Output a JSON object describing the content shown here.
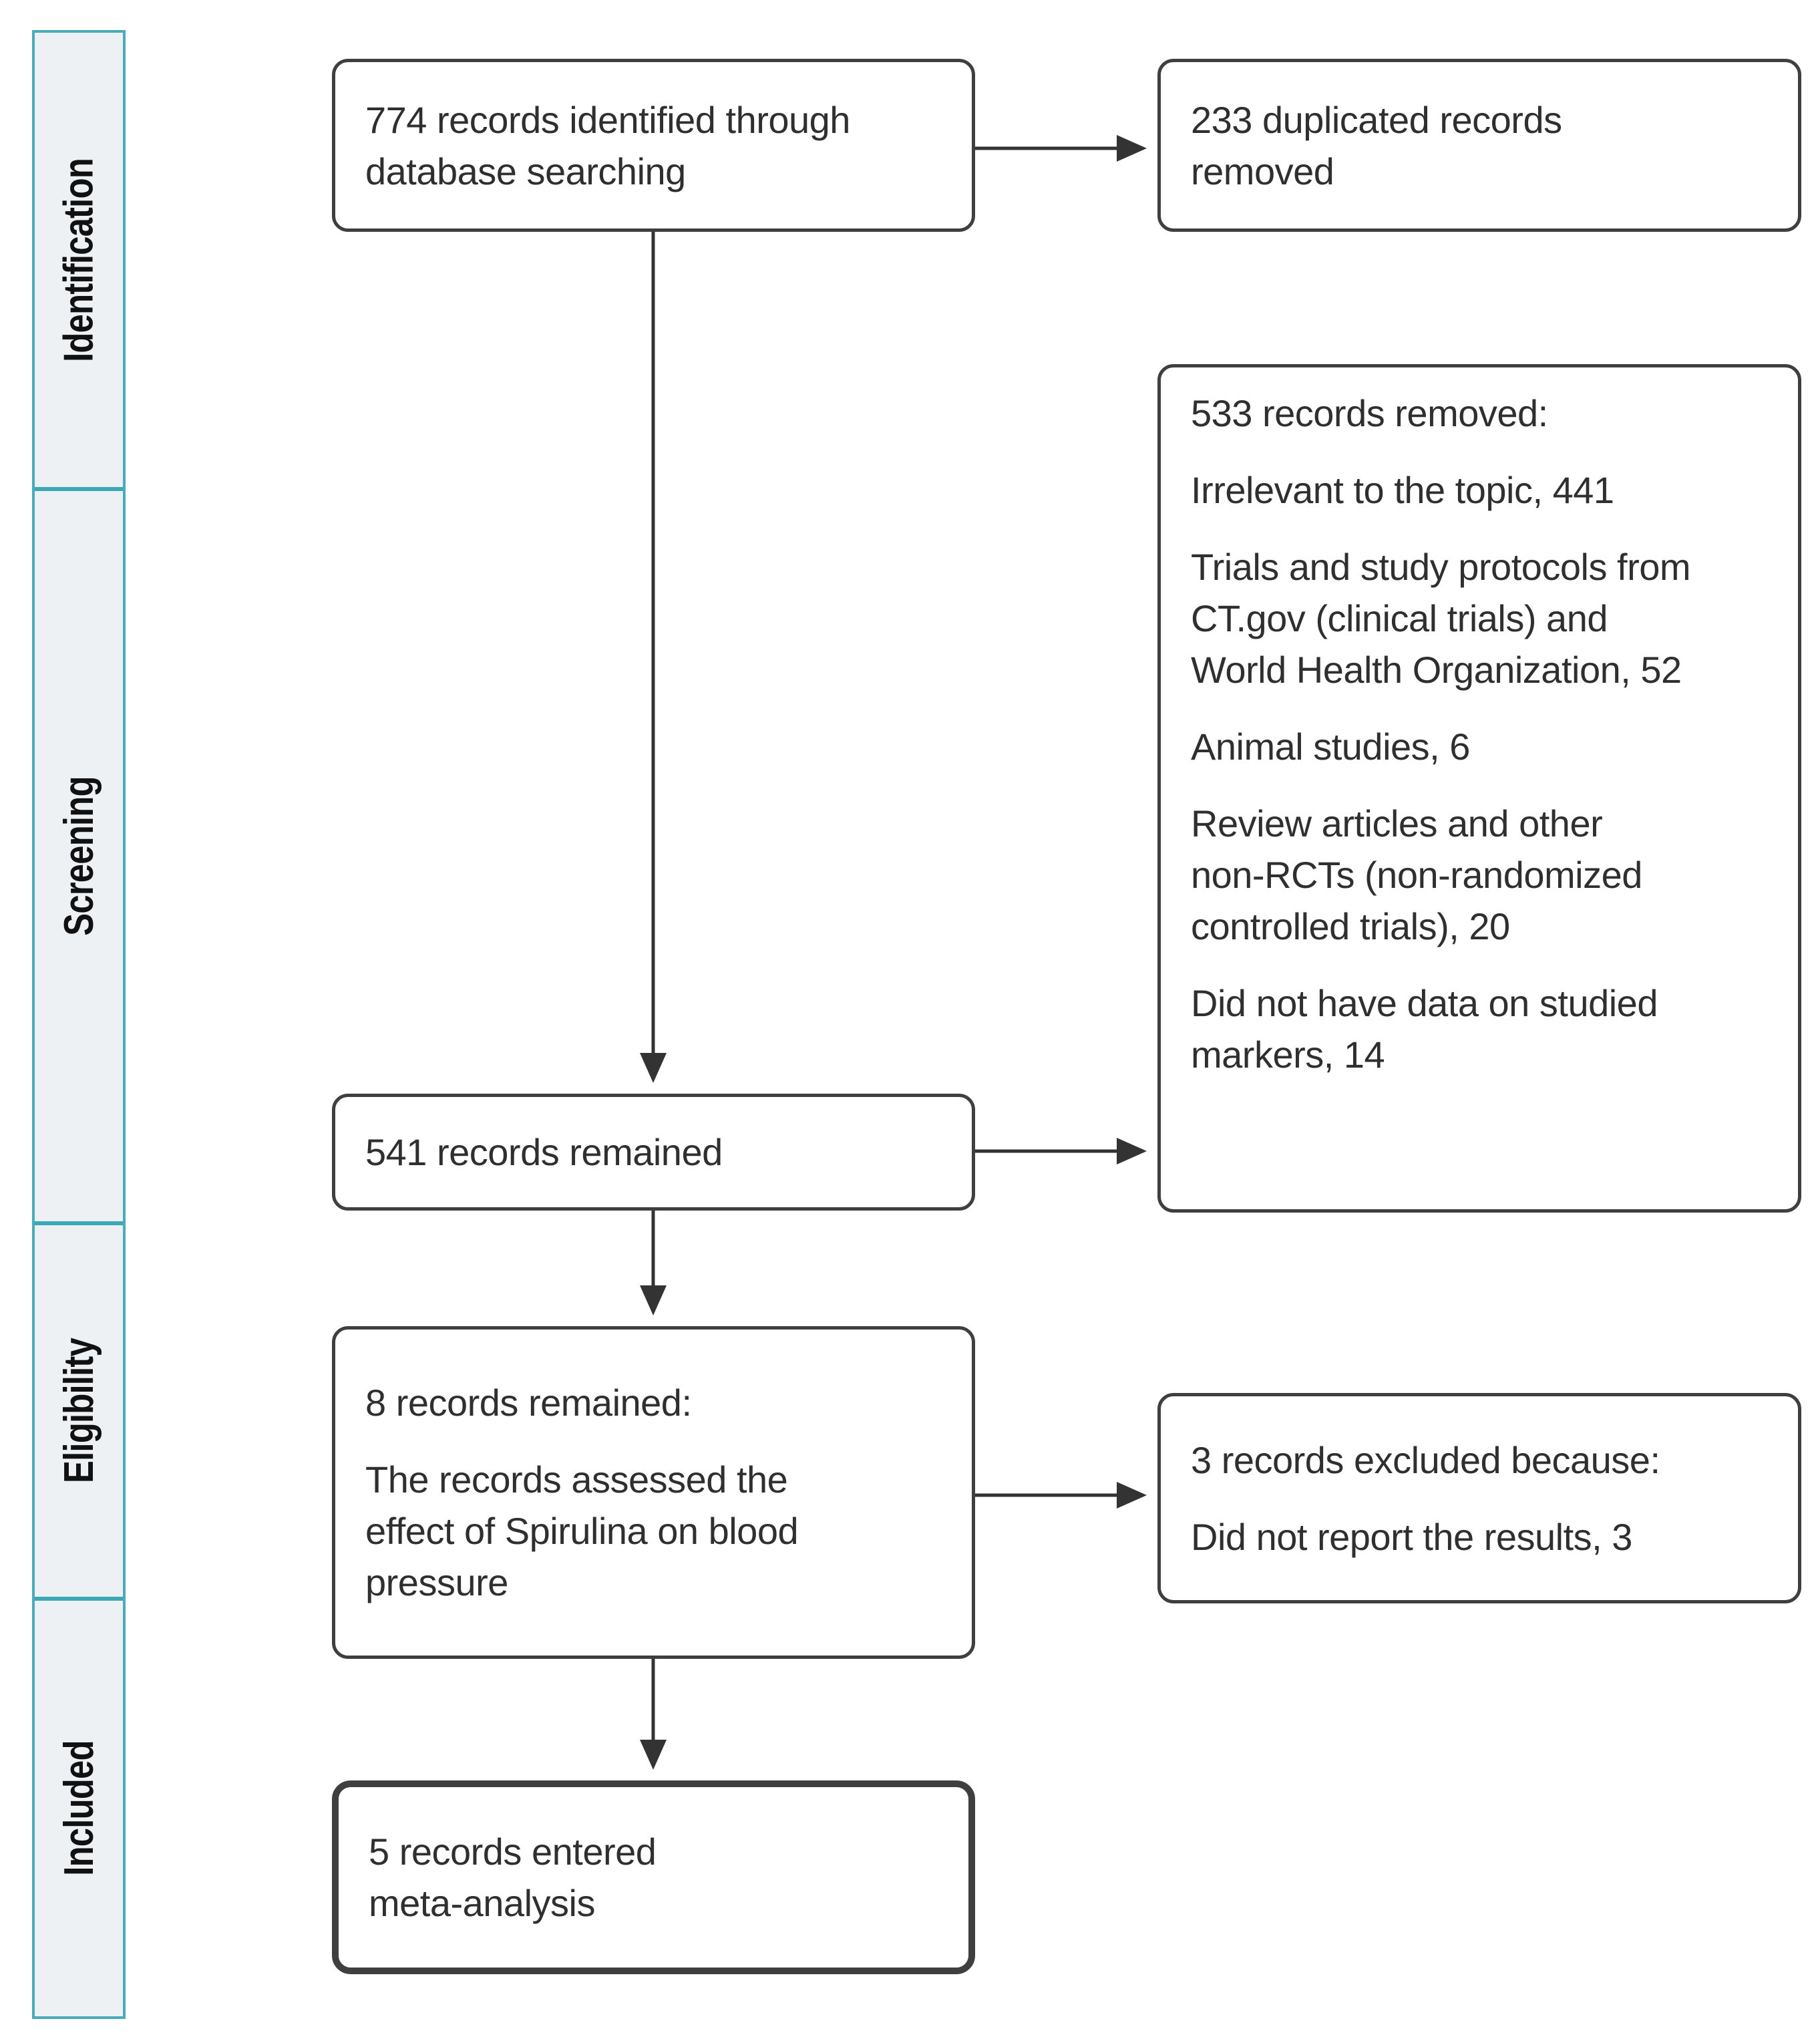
{
  "title": "PRISMA study selection flow diagram",
  "colors": {
    "sidebar_fill": "#EDF1F4",
    "sidebar_border": "#4AACBA",
    "sidebar_divider": "#3BA8B5",
    "box_border": "#3F3F3F",
    "arrow": "#333333",
    "text": "#2F2F2F",
    "background": "#FFFFFF"
  },
  "sidebar": {
    "stages": [
      {
        "label": "Identification"
      },
      {
        "label": "Screening"
      },
      {
        "label": "Eligibility"
      },
      {
        "label": "Included"
      }
    ]
  },
  "boxes": {
    "identified": {
      "lines": [
        "774 records identified through",
        "database searching"
      ]
    },
    "duplicates": {
      "lines": [
        "233 duplicated records",
        "removed"
      ]
    },
    "removed": {
      "paragraphs": [
        [
          "533 records removed:"
        ],
        [
          "Irrelevant to the topic, 441"
        ],
        [
          "Trials and study protocols from",
          "CT.gov (clinical trials) and",
          "World Health Organization, 52"
        ],
        [
          "Animal studies, 6"
        ],
        [
          "Review articles and other",
          "non-RCTs (non-randomized",
          "controlled trials), 20"
        ],
        [
          "Did not have data on studied",
          "markers, 14"
        ]
      ]
    },
    "remained541": {
      "lines": [
        "541 records remained"
      ]
    },
    "remained8": {
      "paragraphs": [
        [
          "8 records remained:"
        ],
        [
          "The records assessed the",
          "effect of Spirulina on blood",
          "pressure"
        ]
      ]
    },
    "excluded3": {
      "paragraphs": [
        [
          "3 records excluded because:"
        ],
        [
          "Did not report the results, 3"
        ]
      ]
    },
    "included5": {
      "lines": [
        "5 records entered",
        "meta-analysis"
      ]
    }
  }
}
